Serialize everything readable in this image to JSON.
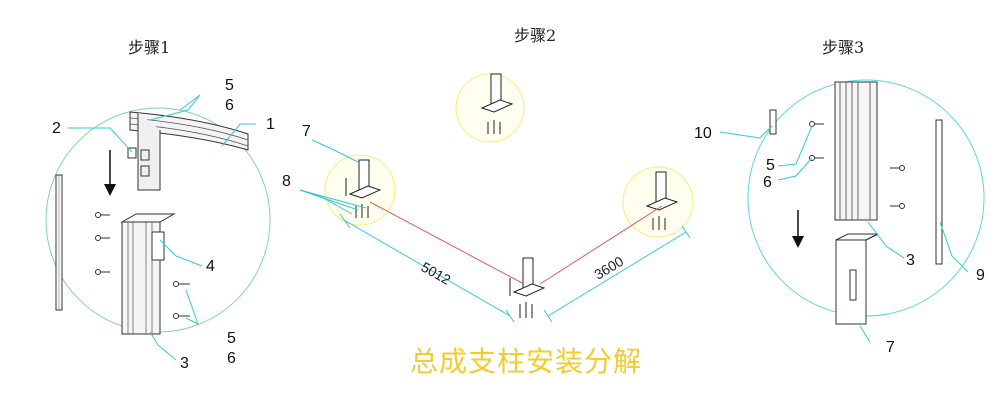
{
  "steps": {
    "step1": "步骤1",
    "step2": "步骤2",
    "step3": "步骤3"
  },
  "callouts": {
    "c1": "1",
    "c2": "2",
    "c3": "3",
    "c4": "4",
    "c5": "5",
    "c6": "6",
    "c7": "7",
    "c8": "8",
    "c9": "9",
    "c10": "10"
  },
  "dimensions": {
    "left": "5012",
    "right": "3600"
  },
  "title": "总成支柱安装分解",
  "colors": {
    "detail_circle_green": "#7fd99a",
    "detail_circle_cyan": "#5ad6e0",
    "highlight_circle": "#f2ef7a",
    "leader_cyan": "#37c6d6",
    "tie_line_red": "#e35a5a",
    "title_yellow": "#f2cc2e"
  }
}
